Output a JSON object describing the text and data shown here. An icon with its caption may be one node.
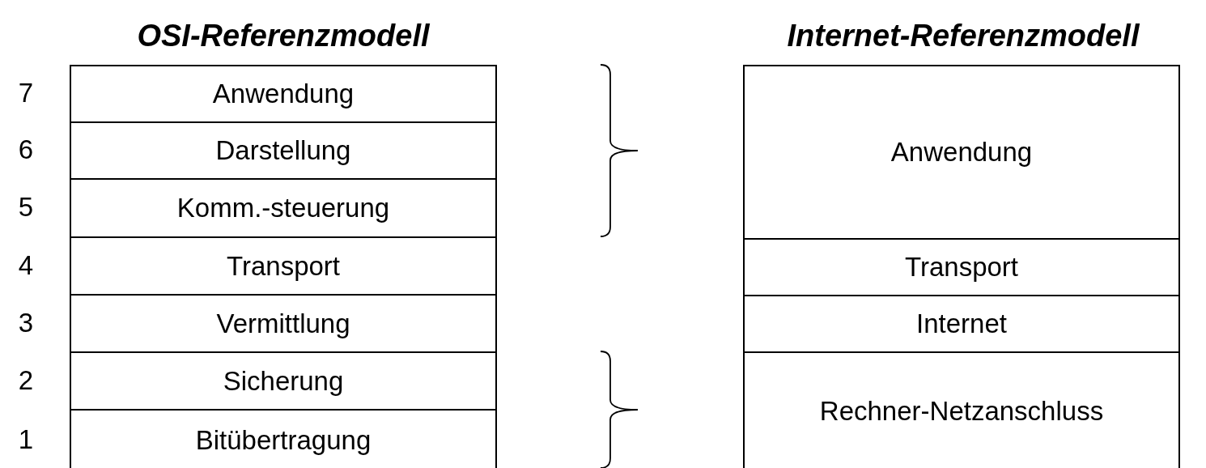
{
  "diagram": {
    "nodes": [
      {
        "text": [
          "Anwendung"
        ]
      },
      {
        "text": [
          "Darstellung"
        ]
      },
      {
        "text": [
          "Komm.-steuerung"
        ]
      },
      {
        "text": [
          "Transport"
        ]
      },
      {
        "text": [
          "Vermittlung"
        ]
      },
      {
        "text": [
          "Sicherung"
        ]
      },
      {
        "text": [
          "Bitübertragung"
        ]
      },
      {
        "text": [
          "Anwendung"
        ]
      },
      {
        "text": [
          "Transport"
        ]
      },
      {
        "text": [
          "Internet"
        ]
      },
      {
        "text": [
          "Rechner-Netzanschluss"
        ]
      }
    ],
    "edges": [],
    "labels": [
      "OSI-Referenzmodell",
      "Internet-Referenzmodell",
      "7",
      "6",
      "5",
      "4",
      "3",
      "2",
      "1"
    ]
  }
}
